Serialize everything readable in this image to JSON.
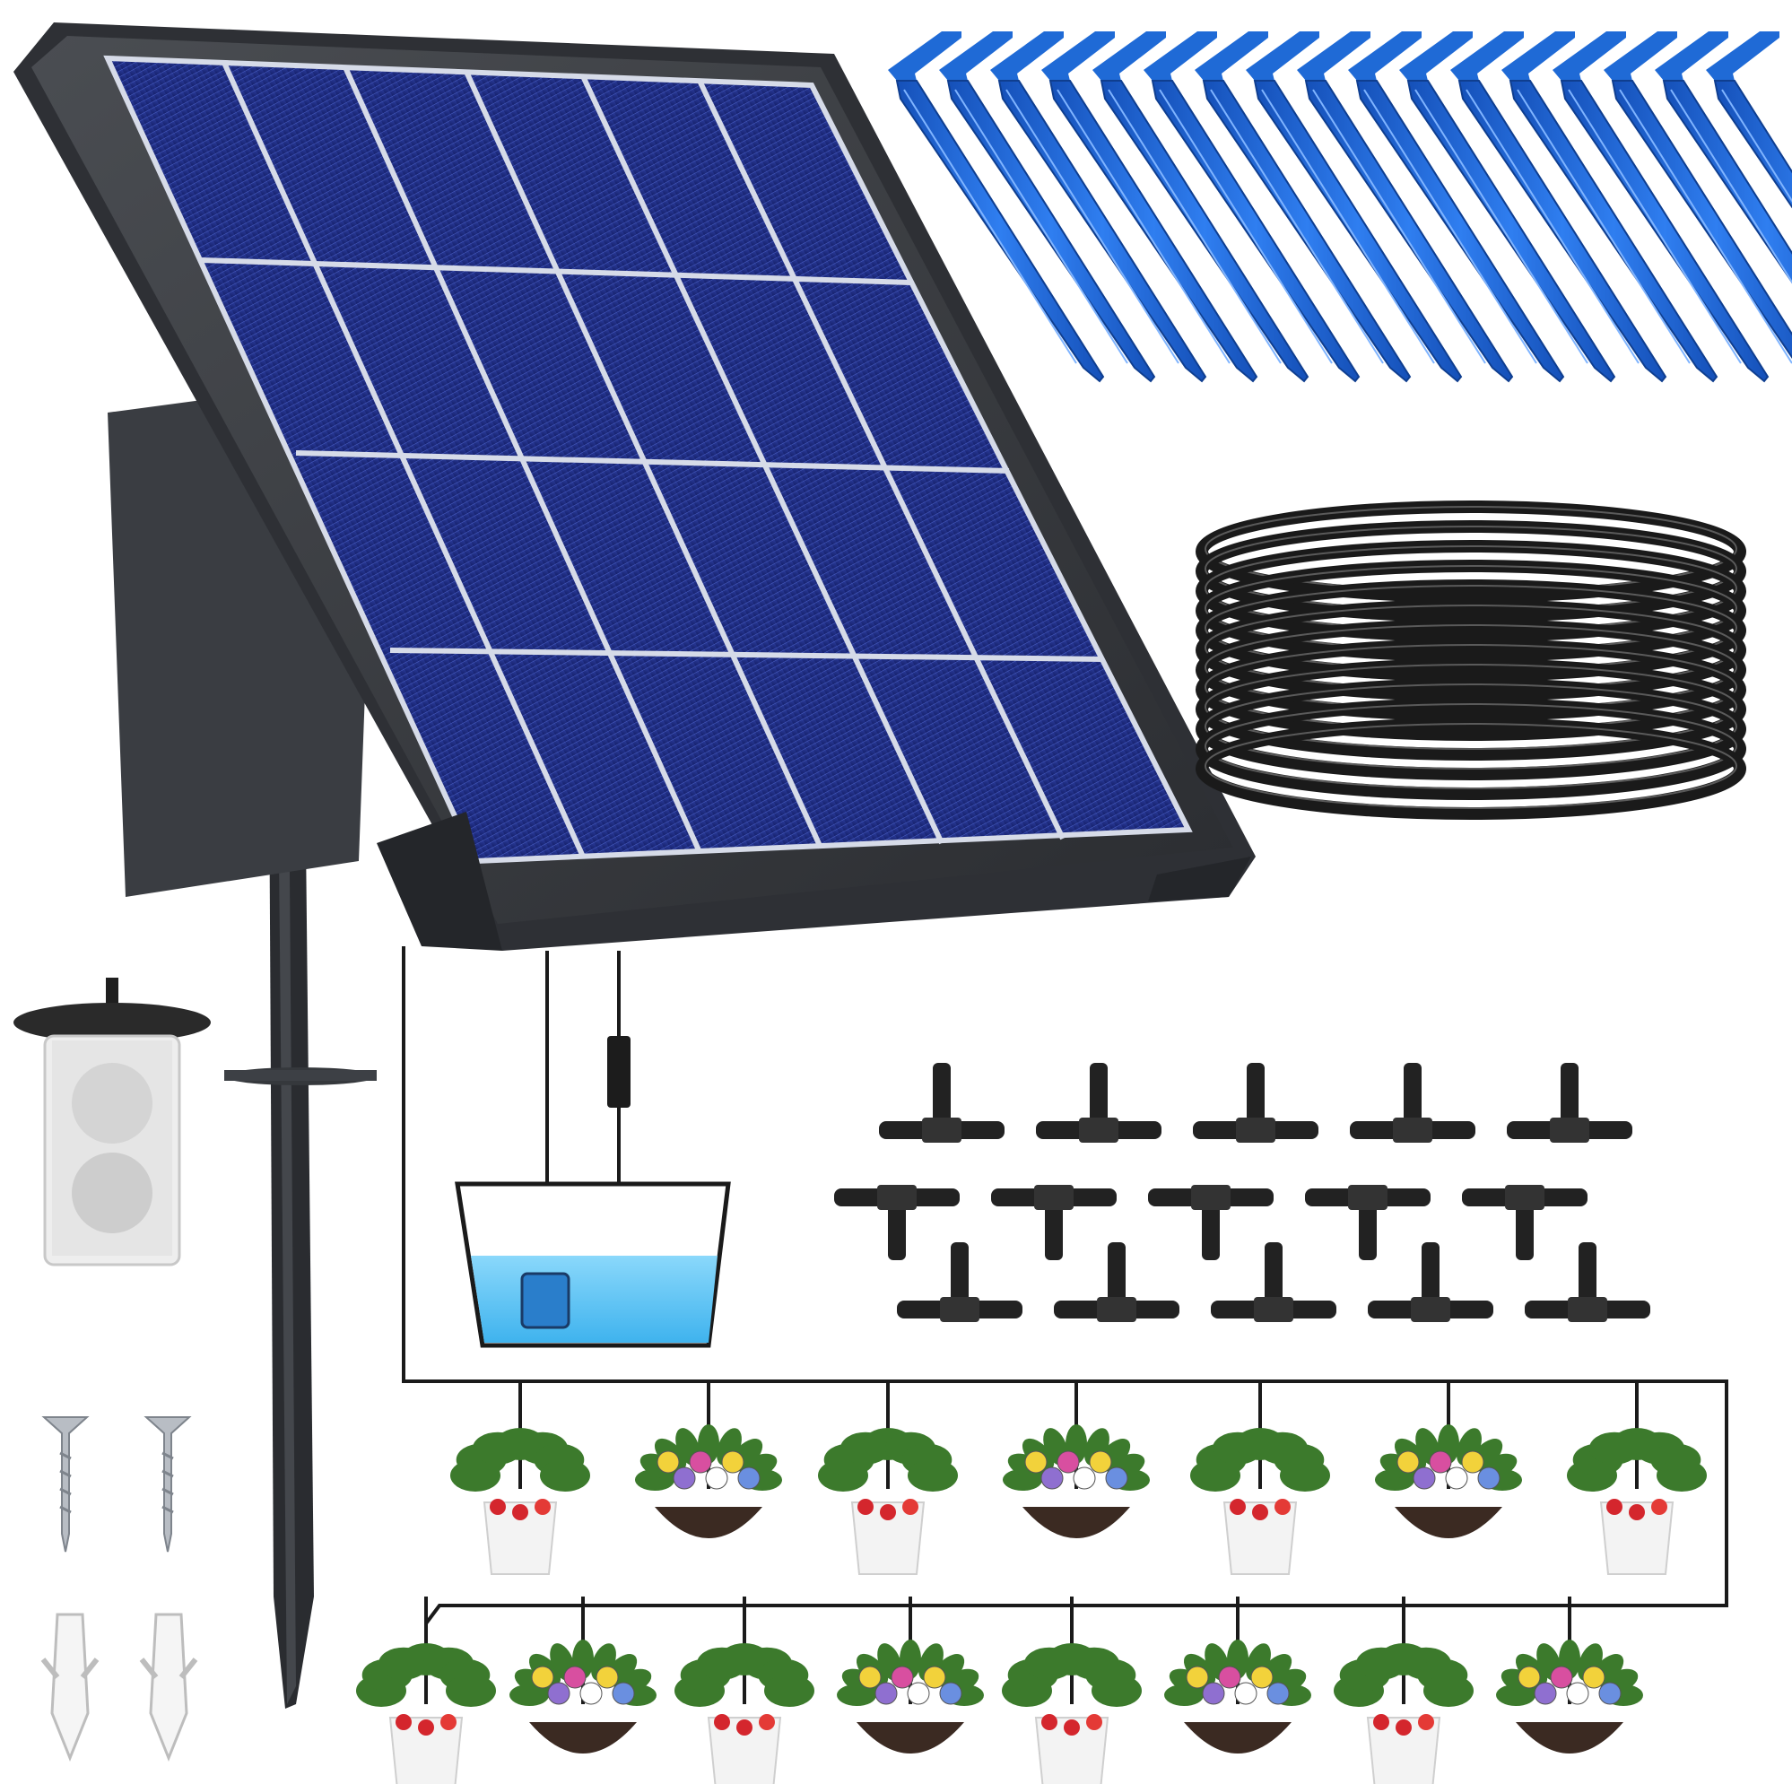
{
  "scene": {
    "type": "product-photo",
    "background": "#ffffff"
  },
  "items": {
    "solar_panel": {
      "cells_rows": 4,
      "cells_cols": 6,
      "frame_color": "#3a3d42",
      "cell_color": "#1c2a78"
    },
    "drip_stakes": {
      "count": 17,
      "color": "#1f6ad6"
    },
    "tubing_coil": {
      "loops": 12,
      "color": "#1a1a1a"
    },
    "tee_connectors": {
      "count": 15,
      "rows": 3,
      "per_row": 5,
      "color": "#222222"
    },
    "water_container": {
      "water_color": "#5fc4f3"
    },
    "filter": {
      "color": "#e6e6e6"
    },
    "screws": {
      "count": 2
    },
    "wall_anchors": {
      "count": 2
    },
    "plant_pots": {
      "top_row": 7,
      "bottom_row": 8,
      "pot_color": "#f3f3f3",
      "leaf_color": "#3c7a2c"
    }
  }
}
